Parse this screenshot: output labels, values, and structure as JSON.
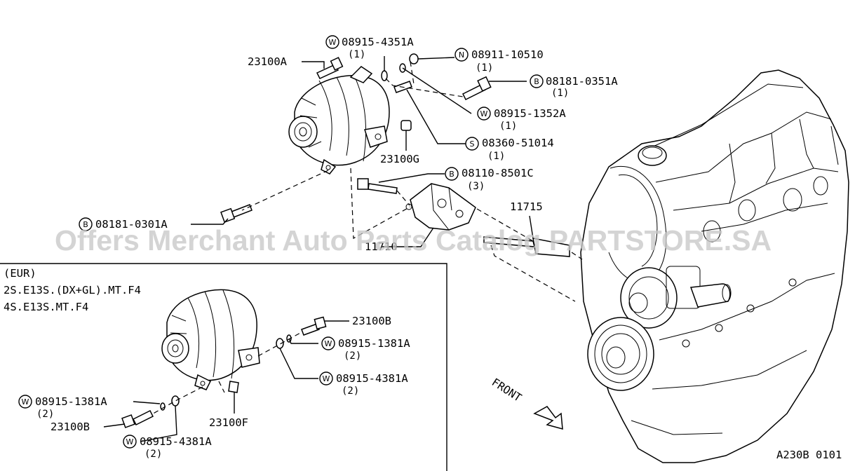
{
  "watermark": "Offers Merchant Auto Parts Catalog PARTSTORE.SA",
  "figure_code": "A230B 0101",
  "inset": {
    "lines": [
      "(EUR)",
      "2S.E13S.(DX+GL).MT.F4",
      "4S.E13S.MT.F4"
    ]
  },
  "direction_label": "FRONT",
  "callouts": [
    {
      "id": "c1",
      "prefix": "W",
      "number": "08915-4351A",
      "qty": "(1)"
    },
    {
      "id": "c2",
      "prefix": "",
      "number": "23100A",
      "qty": ""
    },
    {
      "id": "c3",
      "prefix": "N",
      "number": "08911-10510",
      "qty": "(1)"
    },
    {
      "id": "c4",
      "prefix": "B",
      "number": "08181-0351A",
      "qty": "(1)"
    },
    {
      "id": "c5",
      "prefix": "W",
      "number": "08915-1352A",
      "qty": "(1)"
    },
    {
      "id": "c6",
      "prefix": "S",
      "number": "08360-51014",
      "qty": "(1)"
    },
    {
      "id": "c7",
      "prefix": "",
      "number": "23100G",
      "qty": ""
    },
    {
      "id": "c8",
      "prefix": "B",
      "number": "08110-8501C",
      "qty": "(3)"
    },
    {
      "id": "c9",
      "prefix": "",
      "number": "11715",
      "qty": ""
    },
    {
      "id": "c10",
      "prefix": "B",
      "number": "08181-0301A",
      "qty": ""
    },
    {
      "id": "c11",
      "prefix": "",
      "number": "11710",
      "qty": ""
    },
    {
      "id": "c12",
      "prefix": "",
      "number": "23100B",
      "qty": ""
    },
    {
      "id": "c13",
      "prefix": "W",
      "number": "08915-1381A",
      "qty": "(2)"
    },
    {
      "id": "c14",
      "prefix": "W",
      "number": "08915-4381A",
      "qty": "(2)"
    },
    {
      "id": "c15",
      "prefix": "W",
      "number": "08915-1381A",
      "qty": "(2)"
    },
    {
      "id": "c16",
      "prefix": "",
      "number": "23100B",
      "qty": ""
    },
    {
      "id": "c17",
      "prefix": "",
      "number": "23100F",
      "qty": ""
    },
    {
      "id": "c18",
      "prefix": "W",
      "number": "08915-4381A",
      "qty": "(2)"
    }
  ]
}
